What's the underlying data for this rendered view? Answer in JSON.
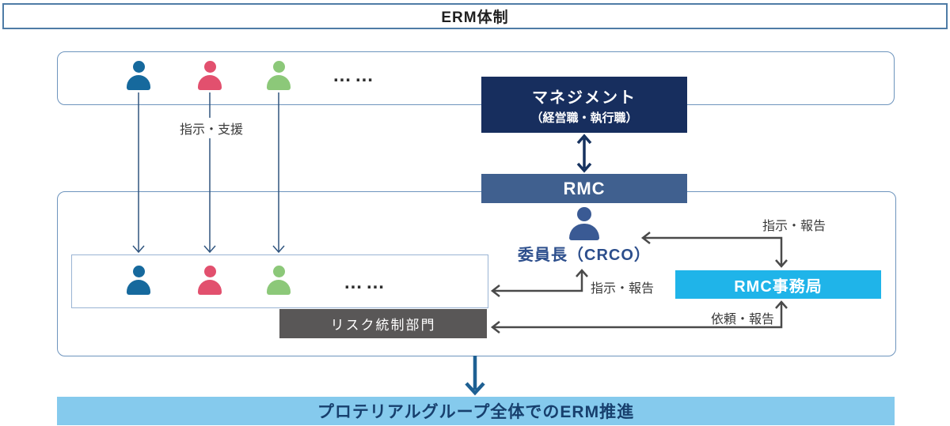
{
  "title": "ERM体制",
  "top_group": {
    "dots": "……",
    "arrow_label": "指示・支援"
  },
  "management": {
    "line1": "マネジメント",
    "line2": "（経営職・執行職）"
  },
  "rmc": {
    "label": "RMC"
  },
  "chairman": {
    "label": "委員長（CRCO）"
  },
  "rmc_office": {
    "label": "RMC事務局"
  },
  "risk_control_dept": {
    "label": "リスク統制部門"
  },
  "lower_group": {
    "dots": "……"
  },
  "arrow_labels": {
    "chairman_office": "指示・報告",
    "dept_chairman": "指示・報告",
    "office_dept": "依頼・報告"
  },
  "bottom_bar": {
    "label": "プロテリアルグループ全体でのERM推進"
  },
  "colors": {
    "person_blue": "#16699d",
    "person_pink": "#e2506e",
    "person_green": "#8cc879",
    "person_navy": "#3a5a94",
    "management_bg": "#172e5e",
    "rmc_bg": "#40608f",
    "office_bg": "#1fb4e9",
    "dept_bg": "#595757",
    "bar_bg": "#85caed"
  }
}
